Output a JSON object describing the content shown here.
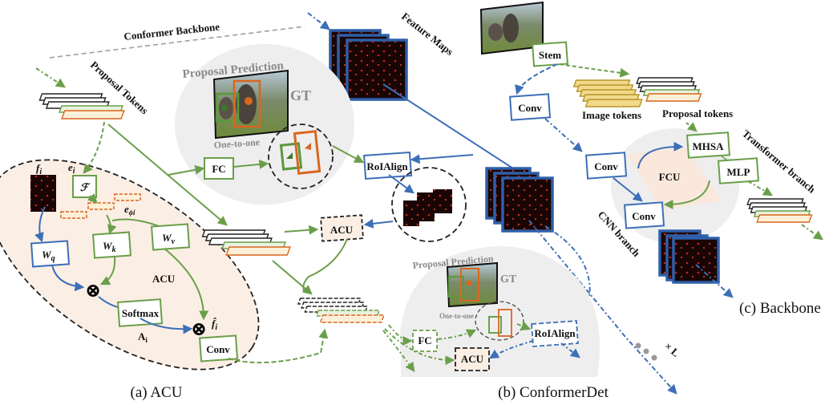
{
  "labels": {
    "conformer_backbone": "Conformer Backbone",
    "proposal_tokens": "Proposal Tokens",
    "feature_maps": "Feature Maps",
    "proposal_prediction": "Proposal Prediction",
    "gt": "GT",
    "one_to_one": "One-to-one",
    "fc": "FC",
    "roialign": "RoIAlign",
    "acu": "ACU",
    "f_i": "f",
    "f_i_sub": "i",
    "e_i": "e",
    "e_i_sub": "i",
    "script_f": "ℱ",
    "e_phi": "e",
    "e_phi_sub": "ϕi",
    "w_q": "W",
    "w_q_sub": "q",
    "w_k": "W",
    "w_k_sub": "k",
    "w_v": "W",
    "w_v_sub": "v",
    "otimes": "⊗",
    "softmax": "Softmax",
    "a_i": "A",
    "a_i_sub": "i",
    "f_hat": "f̂",
    "f_hat_sub": "i",
    "conv": "Conv",
    "stem": "Stem",
    "image_tokens": "Image tokens",
    "proposal_tokens_lower": "Proposal tokens",
    "mhsa": "MHSA",
    "mlp": "MLP",
    "fcu": "FCU",
    "transformer_branch": "Transformer branch",
    "cnn_branch": "CNN branch",
    "times_l": "× L"
  },
  "captions": {
    "a": "(a) ACU",
    "b": "(b) ConformerDet",
    "c": "(c) Backbone"
  },
  "colors": {
    "green": "#6a9f4a",
    "blue": "#3d6fb8",
    "orange": "#d9661f",
    "acu_fill": "#fbeee4",
    "panel_gray": "#eeeeee"
  }
}
